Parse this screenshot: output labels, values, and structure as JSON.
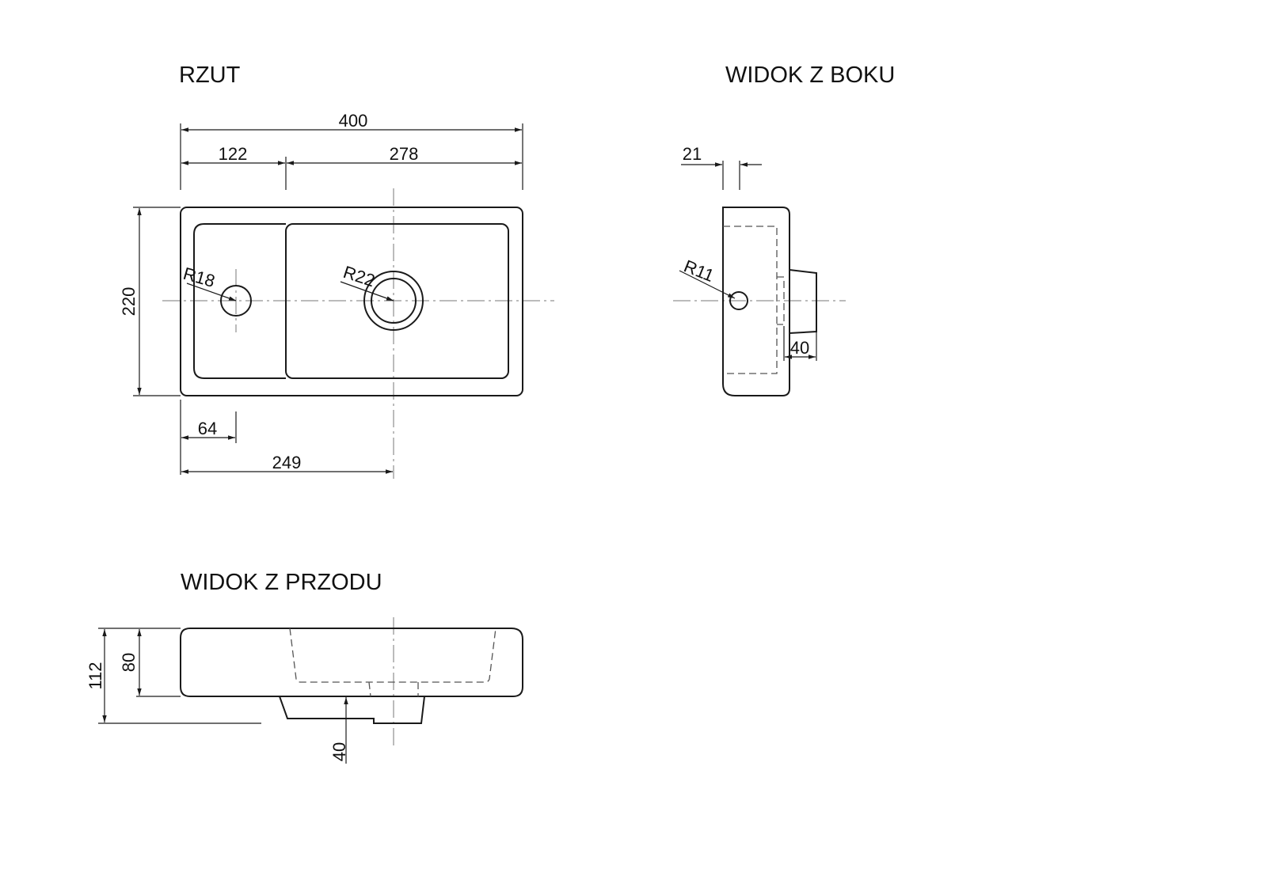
{
  "titles": {
    "plan": "RZUT",
    "side": "WIDOK Z BOKU",
    "front": "WIDOK Z PRZODU"
  },
  "dimensions": {
    "plan_width": "400",
    "plan_left": "122",
    "plan_right": "278",
    "plan_depth": "220",
    "tap_offset": "64",
    "drain_offset": "249",
    "tap_radius": "R18",
    "drain_radius": "R22",
    "side_rim": "21",
    "side_hole_radius": "R11",
    "side_drain": "40",
    "front_total_height": "112",
    "front_body_height": "80",
    "front_drain": "40"
  },
  "colors": {
    "line": "#1a1a1a",
    "hidden_line": "#555555",
    "center_line": "#777777"
  }
}
